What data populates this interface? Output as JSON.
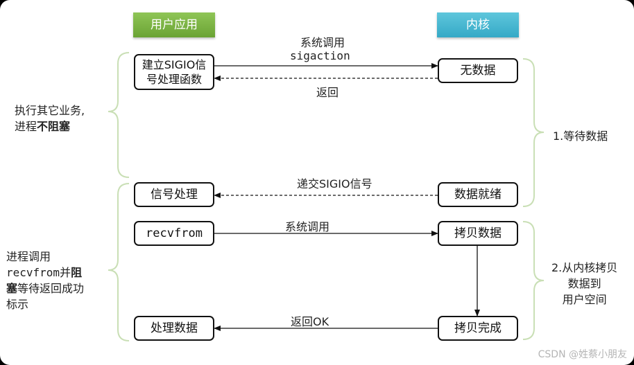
{
  "headers": {
    "user": "用户应用",
    "kernel": "内核"
  },
  "user_boxes": {
    "setup_line1": "建立SIGIO信",
    "setup_line2": "号处理函数",
    "signal_handle": "信号处理",
    "recvfrom": "recvfrom",
    "process_data": "处理数据"
  },
  "kernel_boxes": {
    "no_data": "无数据",
    "data_ready": "数据就绪",
    "copy_data": "拷贝数据",
    "copy_done": "拷贝完成"
  },
  "arrows": {
    "syscall_1": "系统调用",
    "sigaction": "sigaction",
    "return_1": "返回",
    "deliver_sigio": "递交SIGIO信号",
    "syscall_2": "系统调用",
    "return_ok": "返回OK"
  },
  "left_notes": {
    "top_line1": "执行其它业务,",
    "top_line2_a": "进程",
    "top_line2_b": "不阻塞",
    "bottom_line1": "进程调用",
    "bottom_line2_a": "recvfrom并",
    "bottom_line2_b": "阻",
    "bottom_line3_a": "塞",
    "bottom_line3_b": "等待返回成功",
    "bottom_line4": "标示"
  },
  "right_notes": {
    "stage1": "1.等待数据",
    "stage2_line1": "2.从内核拷贝",
    "stage2_line2": "数据到",
    "stage2_line3": "用户空间"
  },
  "watermark": "CSDN @姓蔡小朋友",
  "colors": {
    "user_header": "#7ab547",
    "kernel_header": "#45b4cd",
    "brace": "#c9dfb5"
  }
}
